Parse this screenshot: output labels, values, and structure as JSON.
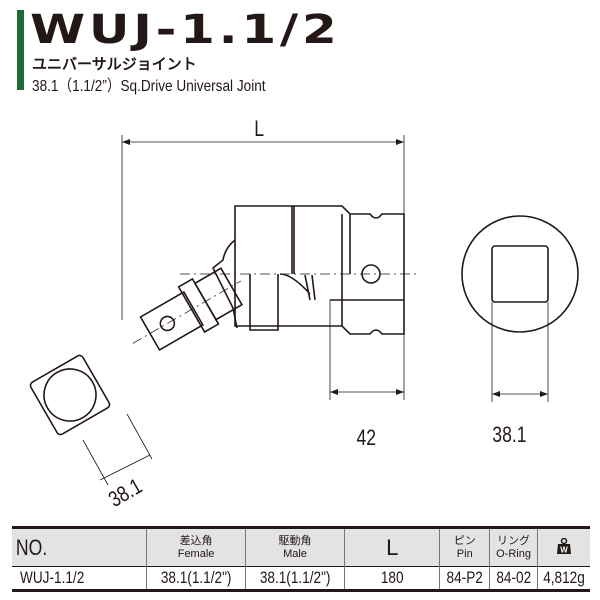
{
  "header": {
    "title": "WUJ-1.1/2",
    "subtitle_jp": "ユニバーサルジョイント",
    "subtitle_en": "38.1（1.1/2”）Sq.Drive Universal Joint",
    "accent": "#1e6b35"
  },
  "drawing": {
    "dim_L": "L",
    "dim_42": "42",
    "dim_381_end": "38.1",
    "dim_381_square": "38.1"
  },
  "table": {
    "headers": [
      {
        "jp": "",
        "en": "NO."
      },
      {
        "jp": "差込角",
        "en": "Female"
      },
      {
        "jp": "駆動角",
        "en": "Male"
      },
      {
        "jp": "",
        "en": "L"
      },
      {
        "jp": "ピン",
        "en": "Pin"
      },
      {
        "jp": "リング",
        "en": "O-Ring"
      },
      {
        "icon": "weight-icon"
      }
    ],
    "rows": [
      [
        "WUJ-1.1/2",
        "38.1(1.1/2\")",
        "38.1(1.1/2\")",
        "180",
        "84-P2",
        "84-02",
        "4,812g"
      ]
    ]
  }
}
